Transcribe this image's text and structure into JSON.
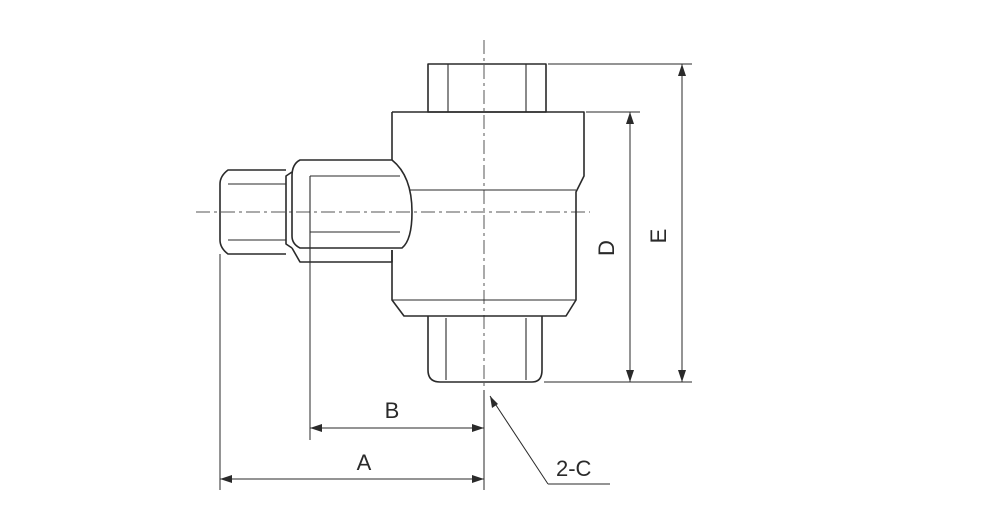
{
  "labels": {
    "a": "A",
    "b": "B",
    "d": "D",
    "e": "E",
    "c": "2-C"
  },
  "colors": {
    "line": "#2a2a2a",
    "background": "#ffffff"
  }
}
